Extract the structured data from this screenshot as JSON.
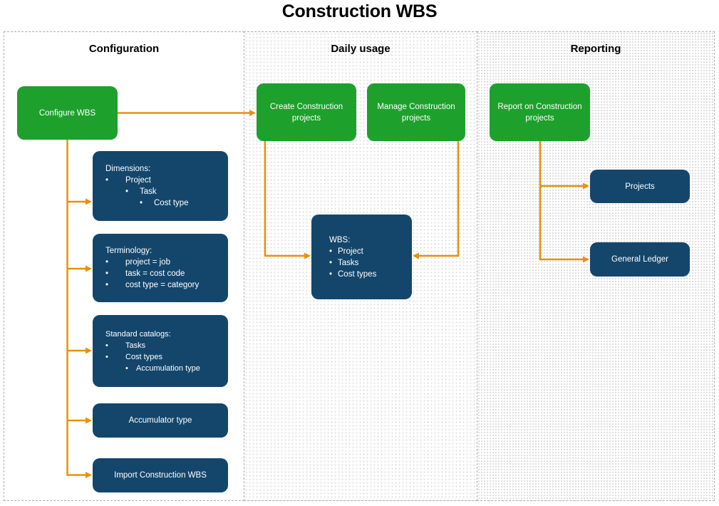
{
  "page": {
    "title": "Construction WBS"
  },
  "glyphs": {
    "bullet": "•"
  },
  "colors": {
    "green": "#1EA02D",
    "blue": "#14466C",
    "orange": "#E8900C"
  },
  "columns": {
    "configuration": {
      "header": "Configuration"
    },
    "daily_usage": {
      "header": "Daily usage"
    },
    "reporting": {
      "header": "Reporting"
    }
  },
  "boxes": {
    "configure_wbs": {
      "label": "Configure WBS"
    },
    "dimensions": {
      "title": "Dimensions:",
      "items": [
        "Project",
        "Task",
        "Cost type"
      ]
    },
    "terminology": {
      "title": "Terminology:",
      "items": [
        "project = job",
        "task = cost code",
        "cost type = category"
      ]
    },
    "standard_catalogs": {
      "title": "Standard catalogs:",
      "items": [
        "Tasks",
        "Cost types",
        "Accumulation type"
      ]
    },
    "accumulator_type": {
      "label": "Accumulator type"
    },
    "import_wbs": {
      "label": "Import Construction WBS"
    },
    "create_projects": {
      "label": "Create Construction projects"
    },
    "manage_projects": {
      "label": "Manage Construction projects"
    },
    "wbs": {
      "title": "WBS:",
      "items": [
        "Project",
        "Tasks",
        "Cost types"
      ]
    },
    "report_projects": {
      "label": "Report on Construction projects"
    },
    "projects": {
      "label": "Projects"
    },
    "general_ledger": {
      "label": "General Ledger"
    }
  },
  "connections": [
    {
      "from": "Configure WBS",
      "to": "Create Construction projects"
    },
    {
      "from": "Configure WBS",
      "to": "Dimensions"
    },
    {
      "from": "Configure WBS",
      "to": "Terminology"
    },
    {
      "from": "Configure WBS",
      "to": "Standard catalogs"
    },
    {
      "from": "Configure WBS",
      "to": "Accumulator type"
    },
    {
      "from": "Configure WBS",
      "to": "Import Construction WBS"
    },
    {
      "from": "Create Construction projects",
      "to": "WBS"
    },
    {
      "from": "Manage Construction projects",
      "to": "WBS"
    },
    {
      "from": "Report on Construction projects",
      "to": "Projects"
    },
    {
      "from": "Report on Construction projects",
      "to": "General Ledger"
    }
  ]
}
